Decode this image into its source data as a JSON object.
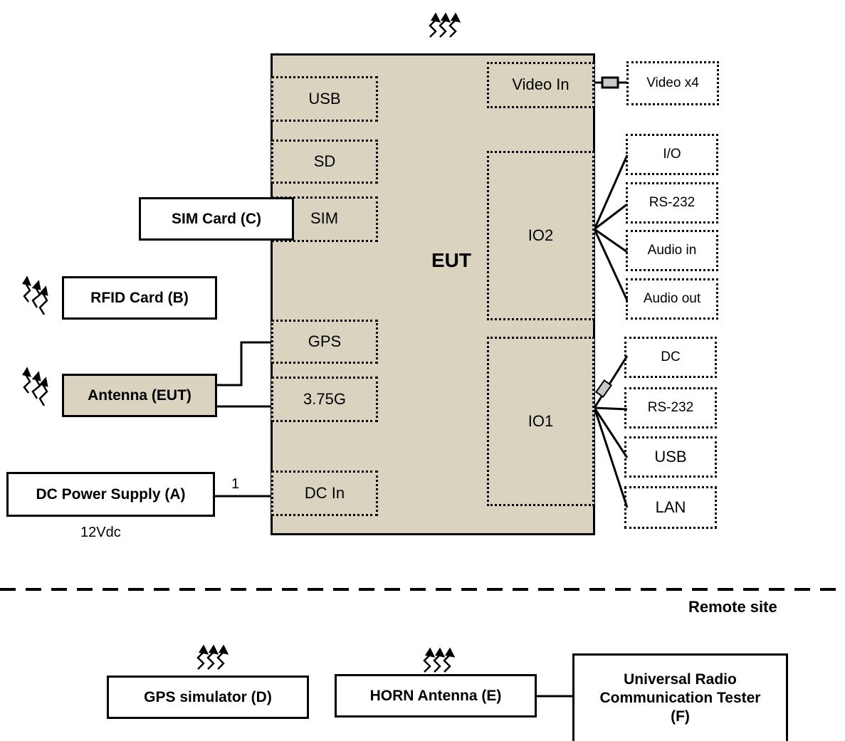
{
  "eut": {
    "label": "EUT",
    "ports_left": {
      "usb": "USB",
      "sd": "SD",
      "sim": "SIM",
      "gps": "GPS",
      "cell": "3.75G",
      "dc_in": "DC In"
    },
    "ports_right": {
      "video_in": "Video In",
      "io2": "IO2",
      "io1": "IO1"
    }
  },
  "peripherals_right": {
    "video": "Video x4",
    "io2_group": [
      "I/O",
      "RS-232",
      "Audio in",
      "Audio out"
    ],
    "io1_group": [
      "DC",
      "RS-232",
      "USB",
      "LAN"
    ]
  },
  "peripherals_left": {
    "sim_card": "SIM Card (C)",
    "rfid_card": "RFID Card (B)",
    "antenna": "Antenna (EUT)",
    "power_supply": "DC Power Supply (A)",
    "power_cable_number": "1",
    "power_rating": "12Vdc"
  },
  "remote": {
    "label": "Remote site",
    "gps_simulator": "GPS simulator (D)",
    "horn_antenna": "HORN Antenna (E)",
    "tester_line1": "Universal Radio",
    "tester_line2": "Communication Tester",
    "tester_line3": "(F)"
  },
  "colors": {
    "eut_fill": "#d9d3c0",
    "ferrite_fill": "#c8c8c8",
    "line": "#000000"
  }
}
